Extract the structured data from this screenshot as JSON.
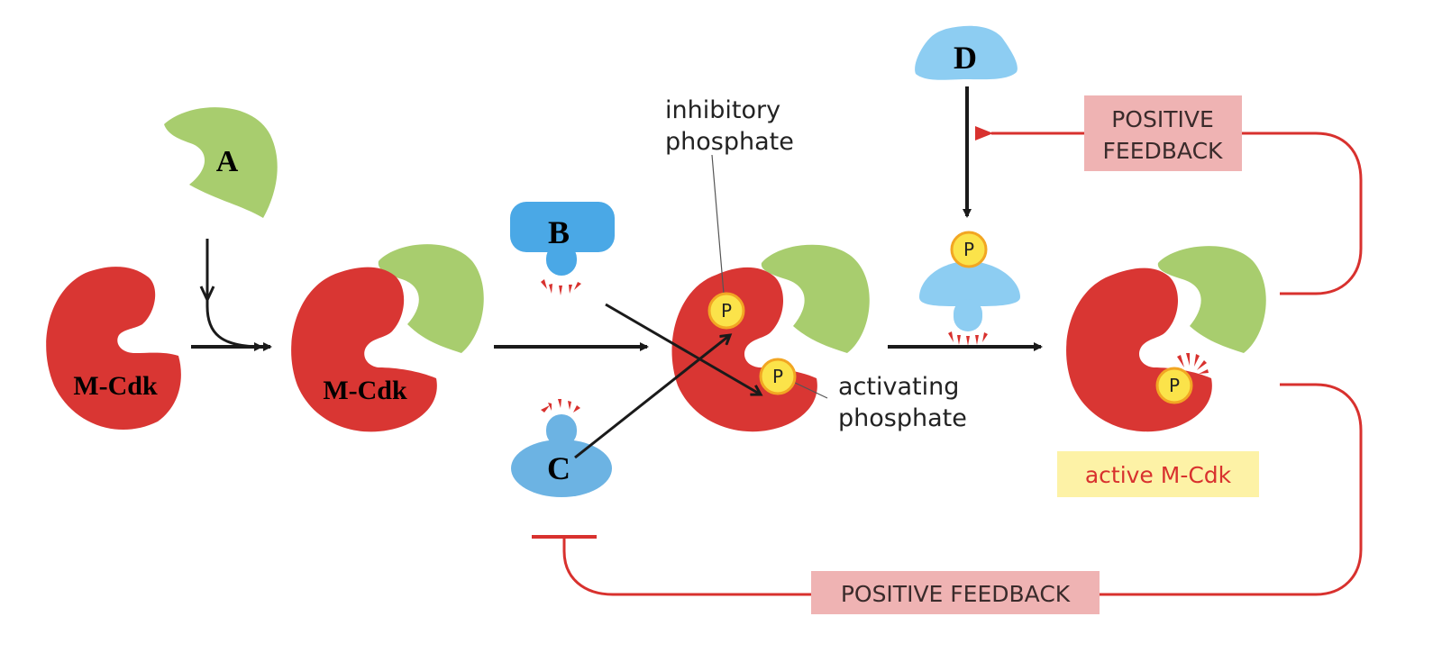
{
  "labels": {
    "a": "A",
    "b": "B",
    "c": "C",
    "d": "D",
    "mcdk_1": "M-Cdk",
    "mcdk_2": "M-Cdk",
    "p_inhibitory": "P",
    "p_activating": "P",
    "p_d": "P",
    "p_active": "P",
    "inhibitory_line1": "inhibitory",
    "inhibitory_line2": "phosphate",
    "activating_line1": "activating",
    "activating_line2": "phosphate",
    "feedback_top_line1": "POSITIVE",
    "feedback_top_line2": "FEEDBACK",
    "feedback_bottom": "POSITIVE FEEDBACK",
    "active_mcdk": "active M-Cdk"
  },
  "colors": {
    "cdk_red": "#d93633",
    "cyclin_green": "#a8cd6e",
    "kinase_blue": "#4aa8e6",
    "phosphatase_blue": "#6cb3e3",
    "d_blue": "#8dcdf2",
    "phosphate_yellow": "#fbe34a",
    "phosphate_ring": "#f2a623",
    "feedback_red": "#d8312e",
    "feedback_box": "#efb3b3",
    "active_box": "#fdf2a6"
  },
  "icons": {
    "cdk": "m-cdk-shape",
    "cyclin": "cyclin-shape",
    "phosphate": "phosphate-circle",
    "activity_rays": "activity-rays"
  }
}
